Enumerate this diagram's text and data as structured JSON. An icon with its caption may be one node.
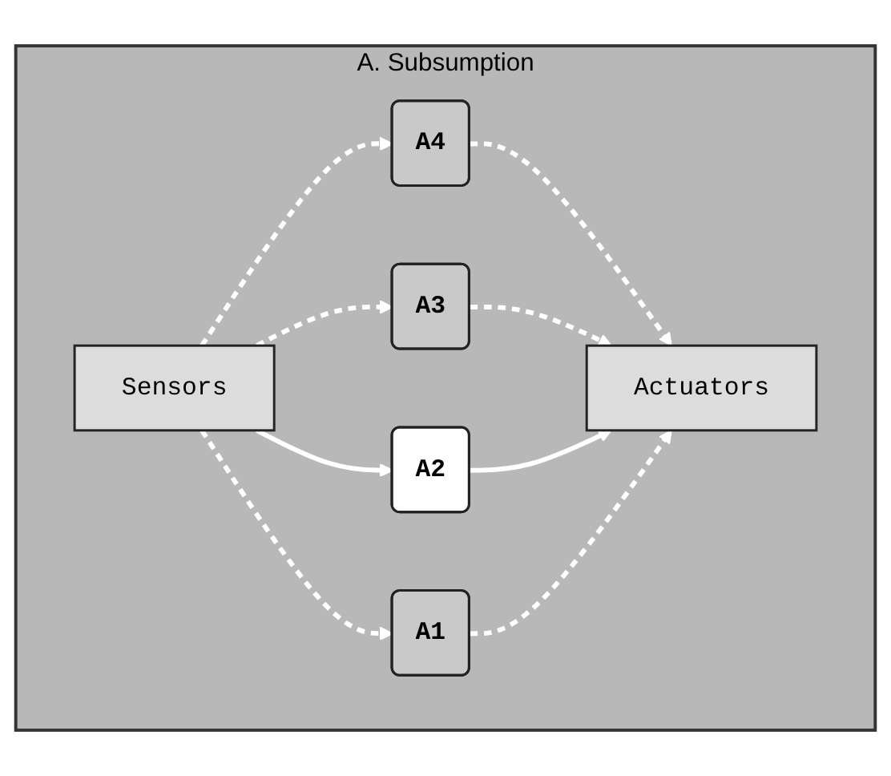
{
  "diagram": {
    "nodes": [
      {
        "text": [
          "A. Subsumption"
        ]
      },
      {
        "text": [
          "A4"
        ],
        "in": 0
      },
      {
        "text": [
          "A3"
        ],
        "in": 0
      },
      {
        "text": [
          "A2"
        ],
        "in": 0
      },
      {
        "text": [
          "A1"
        ],
        "in": 0
      },
      {
        "text": [
          "Sensors"
        ],
        "in": 0
      },
      {
        "text": [
          "Actuators"
        ],
        "in": 0
      }
    ],
    "edges": [
      {
        "from": 5,
        "to": 1,
        "arrow": "to",
        "style": "dashed"
      },
      {
        "from": 5,
        "to": 2,
        "arrow": "to",
        "style": "dashed"
      },
      {
        "from": 5,
        "to": 3,
        "arrow": "to"
      },
      {
        "from": 5,
        "to": 4,
        "arrow": "to",
        "style": "dashed"
      },
      {
        "from": 1,
        "to": 6,
        "arrow": "to",
        "style": "dashed"
      },
      {
        "from": 2,
        "to": 6,
        "arrow": "to",
        "style": "dashed"
      },
      {
        "from": 3,
        "to": 6,
        "arrow": "to"
      },
      {
        "from": 4,
        "to": 6,
        "arrow": "to",
        "style": "dashed"
      }
    ]
  }
}
